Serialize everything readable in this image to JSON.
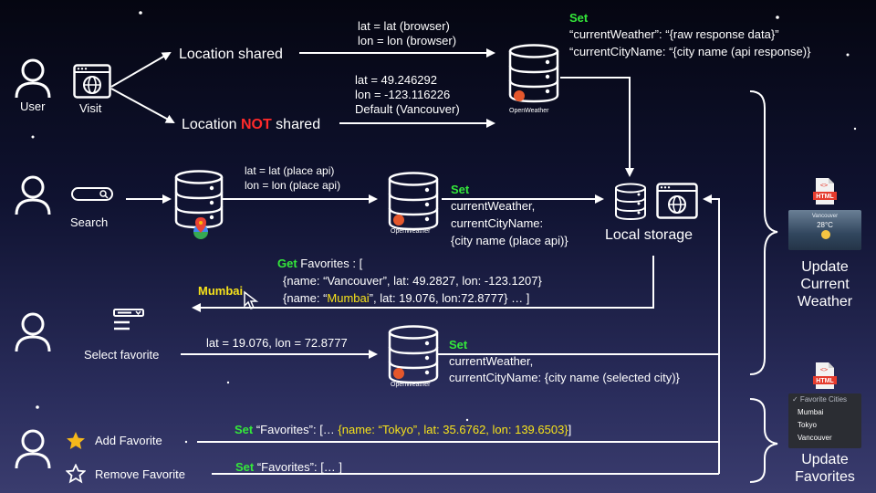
{
  "actors": {
    "user": "User",
    "visit": "Visit",
    "search": "Search",
    "select_favorite": "Select favorite",
    "add_favorite": "Add Favorite",
    "remove_favorite": "Remove Favorite"
  },
  "location": {
    "shared": "Location shared",
    "not_shared_pre": "Location ",
    "not_shared_not": "NOT",
    "not_shared_post": " shared"
  },
  "browser_coords": [
    "lat = lat (browser)",
    "lon = lon (browser)"
  ],
  "default_coords": [
    "lat = 49.246292",
    "lon = -123.116226",
    "Default (Vancouver)"
  ],
  "set_top": {
    "keyword": "Set",
    "lines": [
      "“currentWeather”: “{raw response data}”",
      "“currentCityName: “{city name (api response)}"
    ]
  },
  "openweather_label": "OpenWeather",
  "place_coords": [
    "lat = lat (place api)",
    "lon =  lon (place api)"
  ],
  "set_mid": {
    "keyword": "Set",
    "lines": [
      "currentWeather,",
      "currentCityName:",
      "{city name (place api)}"
    ]
  },
  "local_storage": "Local storage",
  "get_favorites": {
    "keyword": "Get",
    "title": " Favorites : [",
    "line1": "{name: “Vancouver”, lat: 49.2827, lon: -123.1207}",
    "line2_pre": "{name: “",
    "line2_city": "Mumbai",
    "line2_mid": "”, lat: 19.076, lon:72.8777",
    "line2_post": "} … ]"
  },
  "mumbai_label": "Mumbai",
  "selected_coords": "lat = 19.076, lon = 72.8777",
  "set_sel": {
    "keyword": "Set",
    "lines": [
      "currentWeather,",
      "currentCityName: {city name (selected city)}"
    ]
  },
  "set_add": {
    "keyword": "Set",
    "pre": " “Favorites”: [… ",
    "highlight": "{name: “Tokyo”, lat: 35.6762, lon: 139.6503}",
    "post": "]"
  },
  "set_remove": {
    "keyword": "Set",
    "rest": "  “Favorites”: [… ]"
  },
  "html_badge": "HTML",
  "update_weather": [
    "Update",
    "Current",
    "Weather"
  ],
  "update_favorites": [
    "Update",
    "Favorites"
  ],
  "favorites_card": {
    "header": "✓ Favorite Cities",
    "items": [
      "Mumbai",
      "Tokyo",
      "Vancouver"
    ]
  },
  "weather_card": {
    "title": "Vancouver",
    "temp": "28°C"
  },
  "colors": {
    "green": "#34e83a",
    "yellow": "#f6e21a",
    "red": "#ff2a2a",
    "html_badge": "#e53b2d"
  }
}
